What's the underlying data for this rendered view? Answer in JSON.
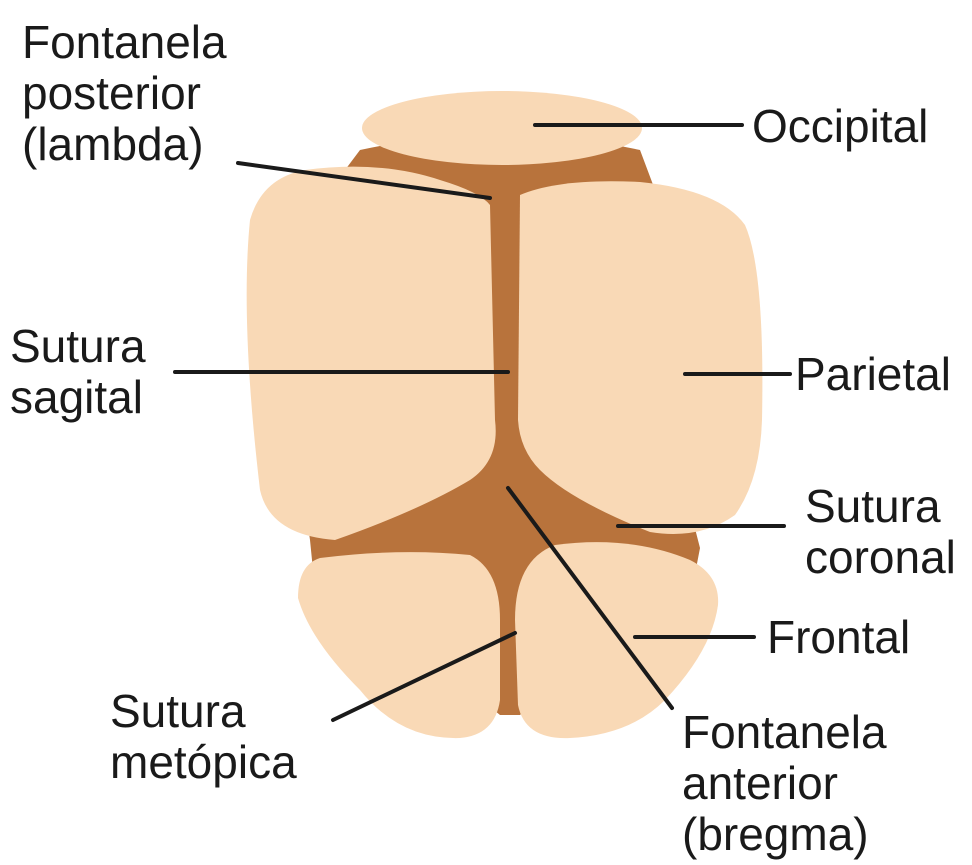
{
  "labels": {
    "fontanela_posterior": [
      "Fontanela",
      "posterior",
      "(lambda)"
    ],
    "occipital": "Occipital",
    "sutura_sagital": [
      "Sutura",
      "sagital"
    ],
    "parietal": "Parietal",
    "sutura_coronal": [
      "Sutura",
      "coronal"
    ],
    "frontal": "Frontal",
    "sutura_metopica": [
      "Sutura",
      "metópica"
    ],
    "fontanela_anterior": [
      "Fontanela",
      "anterior",
      "(bregma)"
    ]
  },
  "colors": {
    "bone": "#f9d9b6",
    "suture": "#b8733c",
    "leader_line": "#1a1a1a",
    "text": "#1a1a1a"
  }
}
